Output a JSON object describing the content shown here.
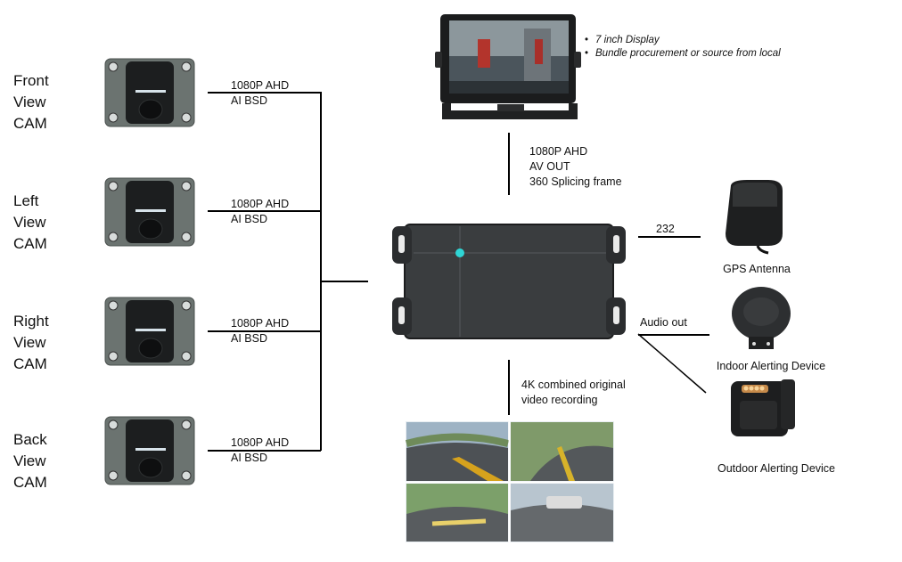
{
  "cameras": [
    {
      "name_line1": "Front View",
      "name_line2": "CAM",
      "link_line1": "1080P AHD",
      "link_line2": "AI BSD"
    },
    {
      "name_line1": "Left View",
      "name_line2": "CAM",
      "link_line1": "1080P AHD",
      "link_line2": "AI BSD"
    },
    {
      "name_line1": "Right View",
      "name_line2": "CAM",
      "link_line1": "1080P AHD",
      "link_line2": "AI BSD"
    },
    {
      "name_line1": "Back View",
      "name_line2": "CAM",
      "link_line1": "1080P AHD",
      "link_line2": "AI BSD"
    }
  ],
  "display": {
    "note_line1": "7 inch Display",
    "note_line2": "Bundle procurement  or source from local",
    "link_line1": "1080P AHD",
    "link_line2": "AV OUT",
    "link_line3": "360 Splicing frame"
  },
  "gps": {
    "link": "232",
    "label": "GPS Antenna"
  },
  "audio": {
    "link": "Audio out",
    "indoor_label": "Indoor Alerting Device",
    "outdoor_label": "Outdoor Alerting Device"
  },
  "recording": {
    "line1": "4K combined original",
    "line2": "video recording"
  },
  "colors": {
    "accent_led": "#2fd6d6",
    "cam_body": "#5e6663",
    "box_body": "#3a3d3f"
  }
}
